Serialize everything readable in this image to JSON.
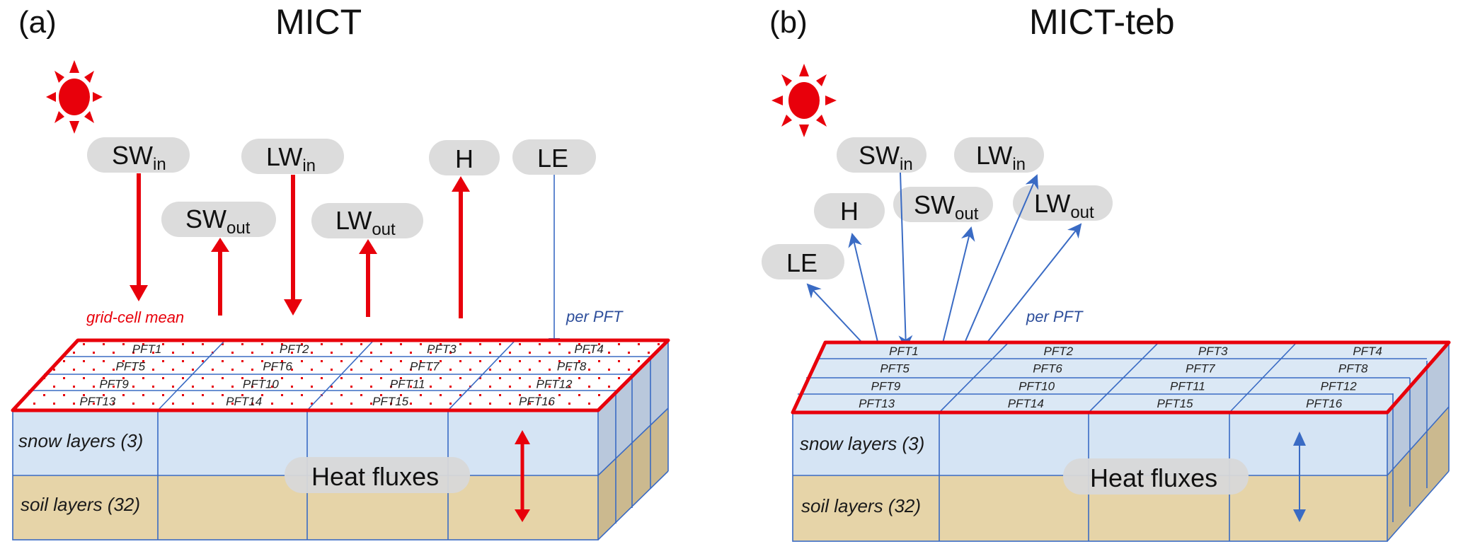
{
  "panels": [
    {
      "id": "a",
      "letter": "(a)",
      "title": "MICT",
      "flux_mode": "grid-cell mean",
      "flux_labels": {
        "sw_in": {
          "main": "SW",
          "sub": "in"
        },
        "sw_out": {
          "main": "SW",
          "sub": "out"
        },
        "lw_in": {
          "main": "LW",
          "sub": "in"
        },
        "lw_out": {
          "main": "LW",
          "sub": "out"
        },
        "h": {
          "main": "H",
          "sub": ""
        },
        "le": {
          "main": "LE",
          "sub": ""
        }
      },
      "notes": {
        "grid_cell_mean": "grid-cell mean",
        "per_pft": "per PFT"
      },
      "pfts": [
        "PFT1",
        "PFT2",
        "PFT3",
        "PFT4",
        "PFT5",
        "PFT6",
        "PFT7",
        "PFT8",
        "PFT9",
        "PFT10",
        "PFT11",
        "PFT12",
        "PFT13",
        "PFT14",
        "PFT15",
        "PFT16"
      ],
      "layers": {
        "snow": "snow layers (3)",
        "soil": "soil layers (32)"
      },
      "heat_label": "Heat fluxes",
      "arrow_color": "#e8000b"
    },
    {
      "id": "b",
      "letter": "(b)",
      "title": "MICT-teb",
      "flux_mode": "per PFT",
      "flux_labels": {
        "sw_in": {
          "main": "SW",
          "sub": "in"
        },
        "sw_out": {
          "main": "SW",
          "sub": "out"
        },
        "lw_in": {
          "main": "LW",
          "sub": "in"
        },
        "lw_out": {
          "main": "LW",
          "sub": "out"
        },
        "h": {
          "main": "H",
          "sub": ""
        },
        "le": {
          "main": "LE",
          "sub": ""
        }
      },
      "notes": {
        "per_pft": "per PFT"
      },
      "pfts": [
        "PFT1",
        "PFT2",
        "PFT3",
        "PFT4",
        "PFT5",
        "PFT6",
        "PFT7",
        "PFT8",
        "PFT9",
        "PFT10",
        "PFT11",
        "PFT12",
        "PFT13",
        "PFT14",
        "PFT15",
        "PFT16"
      ],
      "layers": {
        "snow": "snow layers (3)",
        "soil": "soil layers (32)"
      },
      "heat_label": "Heat fluxes",
      "arrow_color": "#3a6bc4"
    }
  ],
  "colors": {
    "red": "#e8000b",
    "blue_line": "#3a6bc4",
    "blue_text": "#2d4e9b",
    "bubble": "#dcdcdc",
    "snow": "#d5e4f4",
    "soil": "#e6d4a8",
    "side_snow": "#b9c8dc",
    "side_soil": "#cbb98f"
  }
}
